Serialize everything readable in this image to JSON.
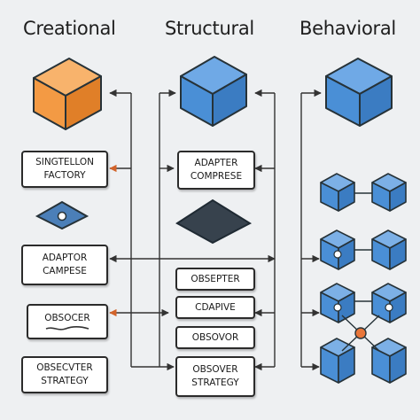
{
  "headings": {
    "creational": "Creational",
    "structural": "Structural",
    "behavioral": "Behavioral"
  },
  "colors": {
    "orange_cube": "#f39a44",
    "blue_cube": "#4a8fd6",
    "outline": "#263238",
    "connector": "#333333",
    "accent_dot": "#e8763a"
  },
  "creational": {
    "singleton_box": {
      "line1": "SINGTELLON",
      "line2": "FACTORY"
    },
    "adaptor_box": {
      "line1": "ADAPTOR",
      "line2": "CAMPESE"
    },
    "obsoder_box": {
      "line1": "OBSOCER"
    },
    "observer_strategy_box": {
      "line1": "OBSECVTER",
      "line2": "STRATEGY"
    }
  },
  "structural": {
    "adapter_box": {
      "line1": "ADAPTER",
      "line2": "COMPRESE"
    },
    "obsepter_box": {
      "line1": "OBSEPTER"
    },
    "cdapive_box": {
      "line1": "CDAPIVE"
    },
    "obsovor_box": {
      "line1": "OBSOVOR"
    },
    "obsover_strategy_box": {
      "line1": "OBSOVER",
      "line2": "STRATEGY"
    }
  }
}
